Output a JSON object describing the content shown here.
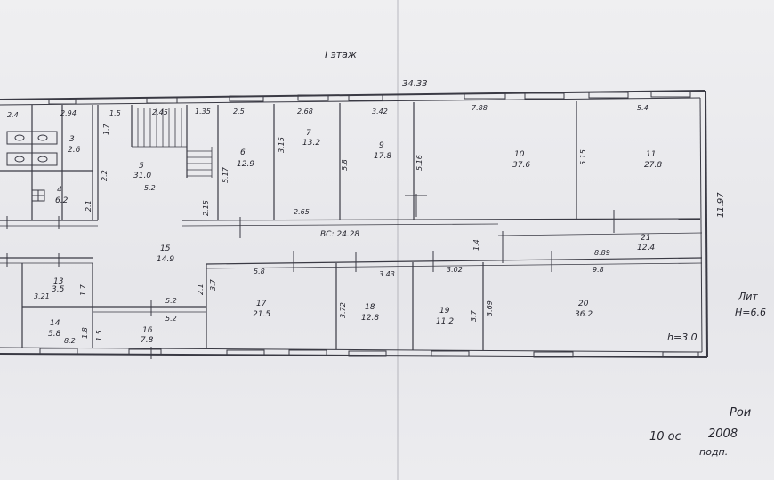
{
  "plan": {
    "floor_title": "I этаж",
    "total_length": "34.33",
    "width_right": "11.97",
    "corridor_length": "ВС: 24.28",
    "ceiling_height": "h=3.0",
    "side_note": [
      "Лит",
      "H=6.6"
    ],
    "stamp": [
      "10 ос",
      "2008",
      "Рои",
      "подп."
    ],
    "rooms": [
      {
        "num": "3",
        "area": "2.6"
      },
      {
        "num": "4",
        "area": "6.2"
      },
      {
        "num": "5",
        "area": "31.0"
      },
      {
        "num": "6",
        "area": "12.9"
      },
      {
        "num": "7",
        "area": "13.2"
      },
      {
        "num": "9",
        "area": "17.8"
      },
      {
        "num": "10",
        "area": "37.6"
      },
      {
        "num": "11",
        "area": "27.8"
      },
      {
        "num": "15",
        "area": "14.9"
      },
      {
        "num": "13",
        "area": "3.5"
      },
      {
        "num": "14",
        "area": "5.8"
      },
      {
        "num": "16",
        "area": "7.8"
      },
      {
        "num": "17",
        "area": "21.5"
      },
      {
        "num": "18",
        "area": "12.8"
      },
      {
        "num": "19",
        "area": "11.2"
      },
      {
        "num": "20",
        "area": "36.2"
      },
      {
        "num": "21",
        "area": "12.4"
      }
    ],
    "dims_top": [
      "2.4",
      "2.94",
      "1.5",
      "2.45",
      "1.35",
      "2.5",
      "2.68",
      "3.42",
      "7.88",
      "5.4"
    ],
    "dims_misc": [
      "5.2",
      "2.65",
      "5.8",
      "3.43",
      "3.02",
      "8.89",
      "9.8",
      "5.2",
      "5.2",
      "3.21",
      "8.2",
      "2.1",
      "2.15",
      "5.17",
      "3.15",
      "5.8",
      "5.16",
      "5.15",
      "1.4",
      "3.72",
      "3.69",
      "3.7",
      "1.7",
      "1.8",
      "1.5",
      "2.1",
      "2.2",
      "1.7",
      "3.7"
    ]
  }
}
